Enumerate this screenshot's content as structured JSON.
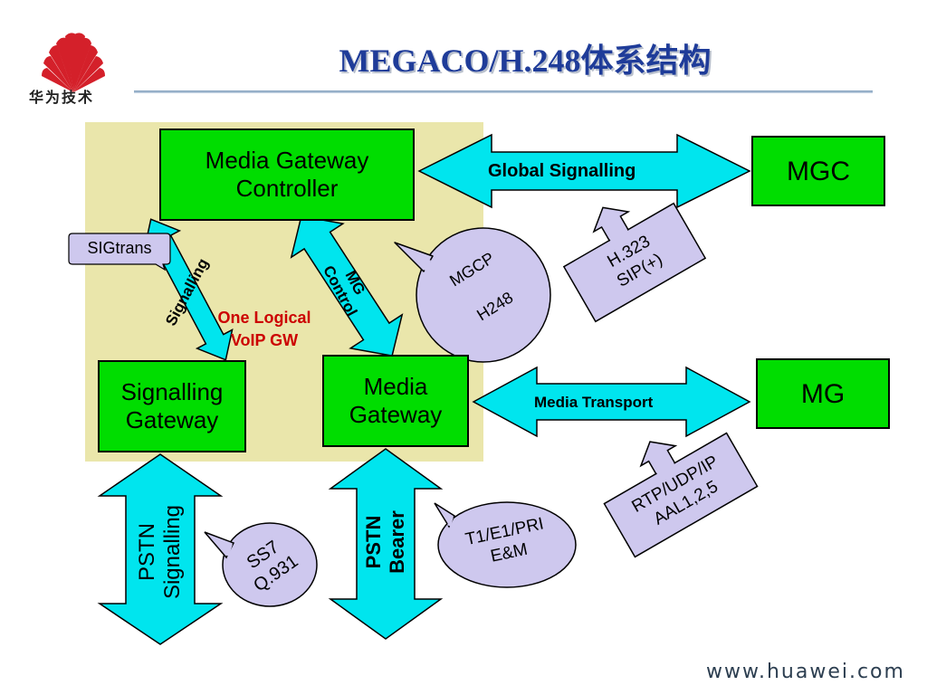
{
  "title": "MEGACO/H.248体系结构",
  "logo": {
    "text": "华为技术"
  },
  "footer": {
    "url": "www.huawei.com"
  },
  "nodes": {
    "mgc_local": "Media Gateway\nController",
    "mgc_remote": "MGC",
    "signalling_gateway": "Signalling\nGateway",
    "media_gateway": "Media\nGateway",
    "mg_remote": "MG"
  },
  "arrows": {
    "global_signalling": "Global Signalling",
    "media_transport": "Media Transport",
    "signalling": "Signalling",
    "mg_control": "MG\nControl",
    "pstn_signalling": "PSTN\nSignalling",
    "pstn_bearer": "PSTN\nBearer"
  },
  "labels": {
    "logical_gw": "One Logical\nVoIP GW"
  },
  "callouts": {
    "sigtrans": "SIGtrans",
    "mgcp_h248": "MGCP\n\nH248",
    "h323_sip": "H.323\nSIP(+)",
    "rtp_udp": "RTP/UDP/IP\nAAL1,2,5",
    "ss7": "SS7\nQ.931",
    "t1e1": "T1/E1/PRI\nE&M"
  },
  "colors": {
    "box_fill": "#00dd00",
    "arrow_fill": "#00e5ee",
    "callout_fill": "#cec8ee",
    "region_fill": "#eae6ab",
    "title_color": "#1f3c99",
    "accent_red": "#cc0000"
  }
}
